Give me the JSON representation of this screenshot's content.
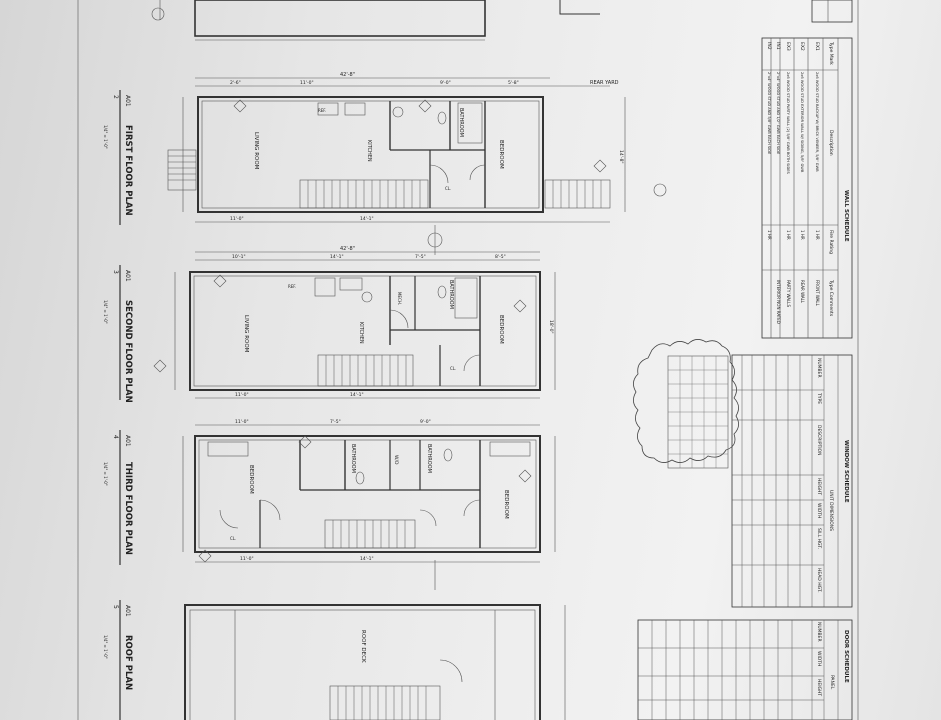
{
  "plans": [
    {
      "number": "2",
      "sheet": "A01",
      "title": "FIRST FLOOR PLAN",
      "scale": "1/4\" = 1'-0\""
    },
    {
      "number": "3",
      "sheet": "A01",
      "title": "SECOND FLOOR PLAN",
      "scale": "1/4\" = 1'-0\""
    },
    {
      "number": "4",
      "sheet": "A01",
      "title": "THIRD FLOOR PLAN",
      "scale": "1/4\" = 1'-0\""
    },
    {
      "number": "5",
      "sheet": "A01",
      "title": "ROOF PLAN",
      "scale": "1/4\" = 1'-0\""
    }
  ],
  "rooms": {
    "first": {
      "living": "LIVING ROOM",
      "kitchen": "KITCHEN",
      "bathroom": "BATHROOM",
      "bedroom": "BEDROOM",
      "ref": "REF.",
      "cl": "CL.",
      "rear_yard": "REAR YARD"
    },
    "second": {
      "living": "LIVING ROOM",
      "kitchen": "KITCHEN",
      "bathroom": "BATHROOM",
      "bedroom": "BEDROOM",
      "ref": "REF.",
      "cl": "CL.",
      "mech": "MECH."
    },
    "third": {
      "bedroom_a": "BEDROOM",
      "bathroom_a": "BATHROOM",
      "wd": "W/D",
      "bathroom_b": "BATHROOM",
      "bedroom_b": "BEDROOM",
      "cl": "CL."
    },
    "roof": {
      "deck": "ROOF DECK"
    }
  },
  "dims": {
    "overall": "42'-8\"",
    "top1": "2'-6\"",
    "top2": "11'-0\"",
    "top3": "9'-0\"",
    "top4": "5'-8\"",
    "mid1": "10'-1\"",
    "mid2": "14'-1\"",
    "mid3": "7'-5\"",
    "mid4": "8'-5\"",
    "width": "18'-0\"",
    "side": "14'-8\""
  },
  "wall_schedule": {
    "title": "WALL SCHEDULE",
    "headers": [
      "Type Mark",
      "Description",
      "Fire Rating",
      "Type Comments"
    ],
    "rows": [
      [
        "EX1",
        "2x6 WOOD STUD BACKUP W/ BRICK VENEER, 5/8\" GWB",
        "1 HR",
        "FRONT WALL"
      ],
      [
        "EX2",
        "2x6 WOOD STUD EXTERIOR WALL W/ SIDING, 5/8\" GWB",
        "1 HR",
        "REAR WALL"
      ],
      [
        "EX3",
        "2x6 WOOD STUD PARTY WALL (2) 5/8\" GWB BOTH SIDES",
        "1 HR",
        "PARTY WALLS"
      ],
      [
        "IN1",
        "2\"x4\" WOOD STUD AND 1/2\" GWB EACH SIDE",
        "",
        "INTERIOR NON RATED"
      ],
      [
        "IN2",
        "2\"x4\" WOOD STUD AND 5/8\" GWB EACH SIDE",
        "1 HR",
        ""
      ]
    ]
  },
  "window_schedule": {
    "title": "WINDOW SCHEDULE",
    "unit_dimensions": "UNIT DIMENSIONS",
    "headers": [
      "NUMBER",
      "TYPE",
      "DESCRIPTION",
      "HEIGHT",
      "WIDTH",
      "SILL HGT.",
      "HEAD HGT."
    ]
  },
  "door_schedule": {
    "title": "DOOR SCHEDULE",
    "panel": "PANEL",
    "headers": [
      "NUMBER",
      "WIDTH",
      "HEIGHT"
    ]
  },
  "colors": {
    "paper": "#ececec",
    "ink": "#2b2b2b"
  }
}
